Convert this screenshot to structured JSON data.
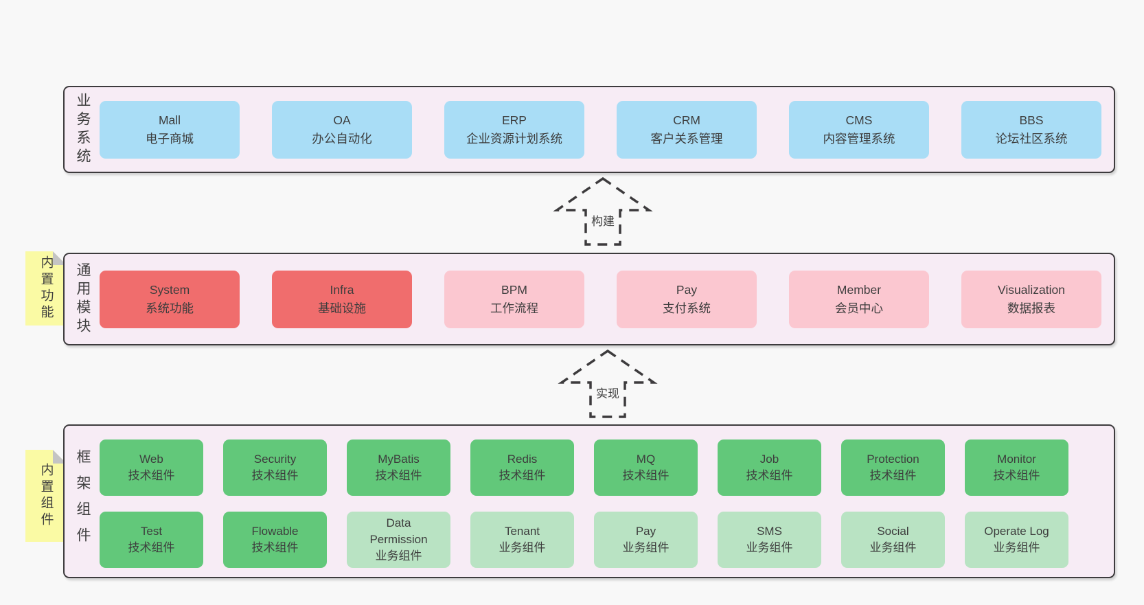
{
  "colors": {
    "page_bg": "#f8f8f8",
    "band_bg": "#f7ecf5",
    "line": "#3d3b3d",
    "text": "#3d3d3d",
    "blue": "#a9ddf6",
    "red": "#f06d6d",
    "pink": "#fbc7d0",
    "green": "#62c87a",
    "lightgreen": "#b9e3c3",
    "sticky": "#fafaa4",
    "fold": "#c4c4c4"
  },
  "arrows": [
    {
      "label": "构建"
    },
    {
      "label": "实现"
    }
  ],
  "bands": [
    {
      "label_vertical": "业务系统",
      "boxes": [
        {
          "name": "Mall",
          "desc": "电子商城"
        },
        {
          "name": "OA",
          "desc": "办公自动化"
        },
        {
          "name": "ERP",
          "desc": "企业资源计划系统"
        },
        {
          "name": "CRM",
          "desc": "客户关系管理"
        },
        {
          "name": "CMS",
          "desc": "内容管理系统"
        },
        {
          "name": "BBS",
          "desc": "论坛社区系统"
        }
      ]
    },
    {
      "label_vertical": "通用模块",
      "sticky": "内置功能",
      "boxes": [
        {
          "name": "System",
          "desc": "系统功能"
        },
        {
          "name": "Infra",
          "desc": "基础设施"
        },
        {
          "name": "BPM",
          "desc": "工作流程"
        },
        {
          "name": "Pay",
          "desc": "支付系统"
        },
        {
          "name": "Member",
          "desc": "会员中心"
        },
        {
          "name": "Visualization",
          "desc": "数据报表"
        }
      ]
    },
    {
      "label_vertical": "框架组件",
      "sticky": "内置组件",
      "rows": [
        [
          {
            "name": "Web",
            "desc": "技术组件"
          },
          {
            "name": "Security",
            "desc": "技术组件"
          },
          {
            "name": "MyBatis",
            "desc": "技术组件"
          },
          {
            "name": "Redis",
            "desc": "技术组件"
          },
          {
            "name": "MQ",
            "desc": "技术组件"
          },
          {
            "name": "Job",
            "desc": "技术组件"
          },
          {
            "name": "Protection",
            "desc": "技术组件"
          },
          {
            "name": "Monitor",
            "desc": "技术组件"
          }
        ],
        [
          {
            "name": "Test",
            "desc": "技术组件"
          },
          {
            "name": "Flowable",
            "desc": "技术组件"
          },
          {
            "name": "Data Permission",
            "desc": "业务组件"
          },
          {
            "name": "Tenant",
            "desc": "业务组件"
          },
          {
            "name": "Pay",
            "desc": "业务组件"
          },
          {
            "name": "SMS",
            "desc": "业务组件"
          },
          {
            "name": "Social",
            "desc": "业务组件"
          },
          {
            "name": "Operate Log",
            "desc": "业务组件"
          }
        ]
      ]
    }
  ]
}
